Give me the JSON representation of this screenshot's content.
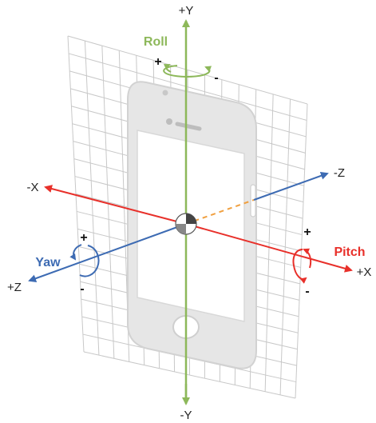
{
  "axes": {
    "y_pos": "+Y",
    "y_neg": "-Y",
    "x_pos": "+X",
    "x_neg": "-X",
    "z_pos": "+Z",
    "z_neg": "-Z"
  },
  "rotations": {
    "roll": {
      "label": "Roll",
      "plus": "+",
      "minus": "-",
      "color": "#8db85a"
    },
    "pitch": {
      "label": "Pitch",
      "plus": "+",
      "minus": "-",
      "color": "#e8302a"
    },
    "yaw": {
      "label": "Yaw",
      "plus": "+",
      "minus": "-",
      "color": "#3d6bb3"
    }
  },
  "colors": {
    "y_axis": "#8db85a",
    "x_axis": "#e8302a",
    "z_axis": "#3d6bb3",
    "z_hidden": "#f0a040",
    "grid": "#c8c8c8",
    "phone_body": "#e6e6e6",
    "phone_screen": "#ffffff"
  }
}
